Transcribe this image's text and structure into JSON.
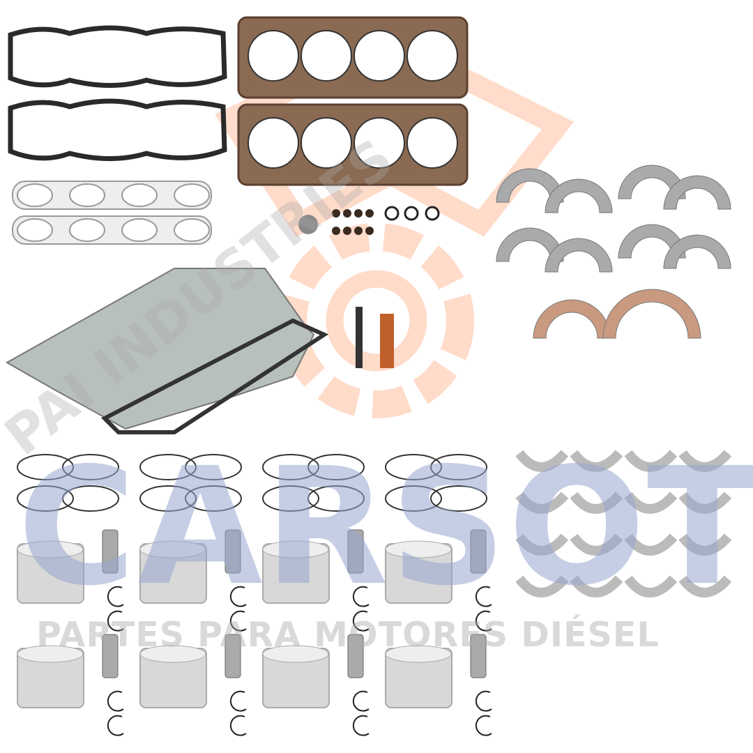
{
  "watermarks": {
    "brand": "CARSOT",
    "tagline": "PARTES PARA MOTORES DIÉSEL",
    "diagonal": "PAI INDUSTRIES"
  },
  "colors": {
    "gasket_black": "#2a2a2a",
    "head_gasket": "#8a6a52",
    "bearing": "#a8aaac",
    "piston": "#d8d8d8",
    "logo_orange": "#ffbfa0",
    "brand_blue": "#96a5cd"
  }
}
